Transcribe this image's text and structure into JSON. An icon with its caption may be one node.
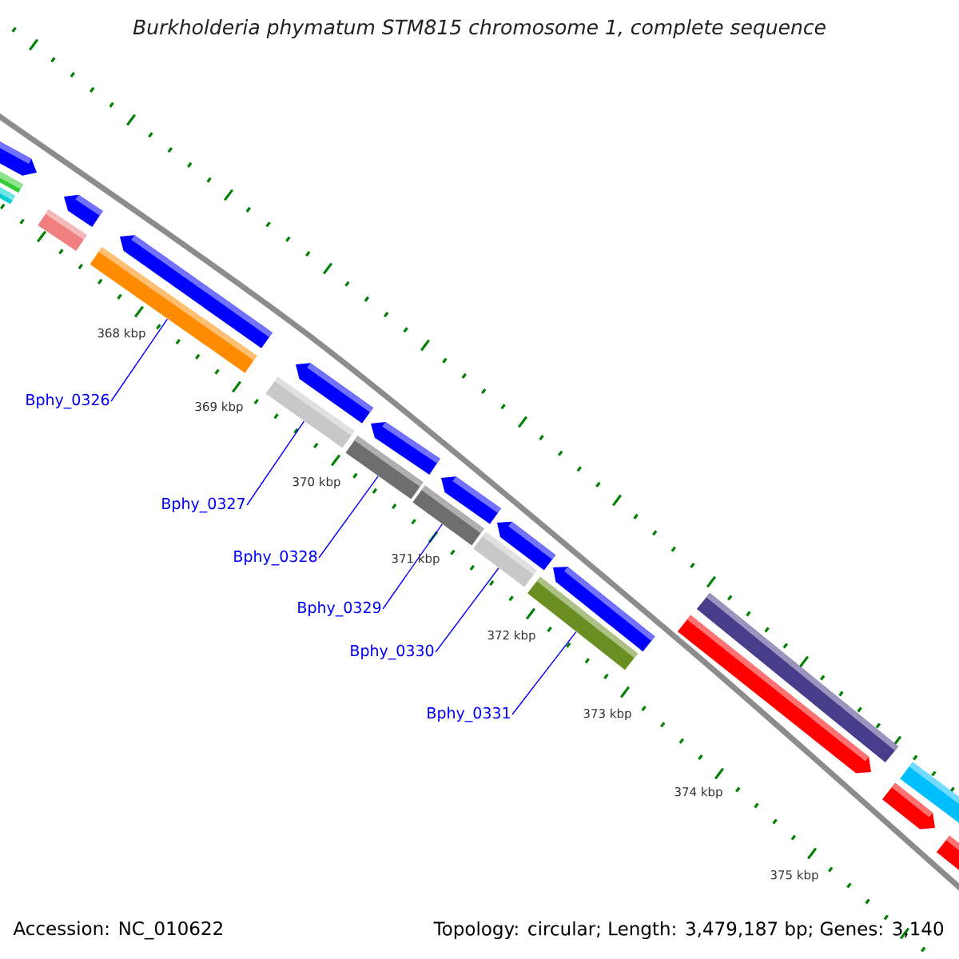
{
  "diagram": {
    "title": "Burkholderia phymatum STM815 chromosome 1, complete sequence",
    "nodes": [
      {
        "text": [
          "Bphy_0326"
        ]
      },
      {
        "text": [
          "Bphy_0327"
        ]
      },
      {
        "text": [
          "Bphy_0328"
        ]
      },
      {
        "text": [
          "Bphy_0329"
        ]
      },
      {
        "text": [
          "Bphy_0330"
        ]
      },
      {
        "text": [
          "Bphy_0331"
        ]
      },
      {
        "text": [],
        "shape": "bar"
      },
      {
        "text": [],
        "shape": "bar"
      },
      {
        "text": [],
        "shape": "bar"
      },
      {
        "text": [],
        "shape": "bar"
      },
      {
        "text": [],
        "shape": "bar"
      },
      {
        "text": [],
        "shape": "bar"
      }
    ],
    "edges": [
      {
        "from": 0,
        "to": 6,
        "arrow": "none"
      },
      {
        "from": 1,
        "to": 7,
        "arrow": "none"
      },
      {
        "from": 2,
        "to": 8,
        "arrow": "none"
      },
      {
        "from": 3,
        "to": 9,
        "arrow": "none"
      },
      {
        "from": 4,
        "to": 10,
        "arrow": "none"
      },
      {
        "from": 5,
        "to": 11,
        "arrow": "none"
      }
    ],
    "labels": [
      "368 kbp",
      "369 kbp",
      "370 kbp",
      "371 kbp",
      "372 kbp",
      "373 kbp",
      "374 kbp",
      "375 kbp",
      "Accession: NC_010622",
      "Topology: circular; Length: 3,479,187 bp; Genes: 3,140"
    ]
  }
}
